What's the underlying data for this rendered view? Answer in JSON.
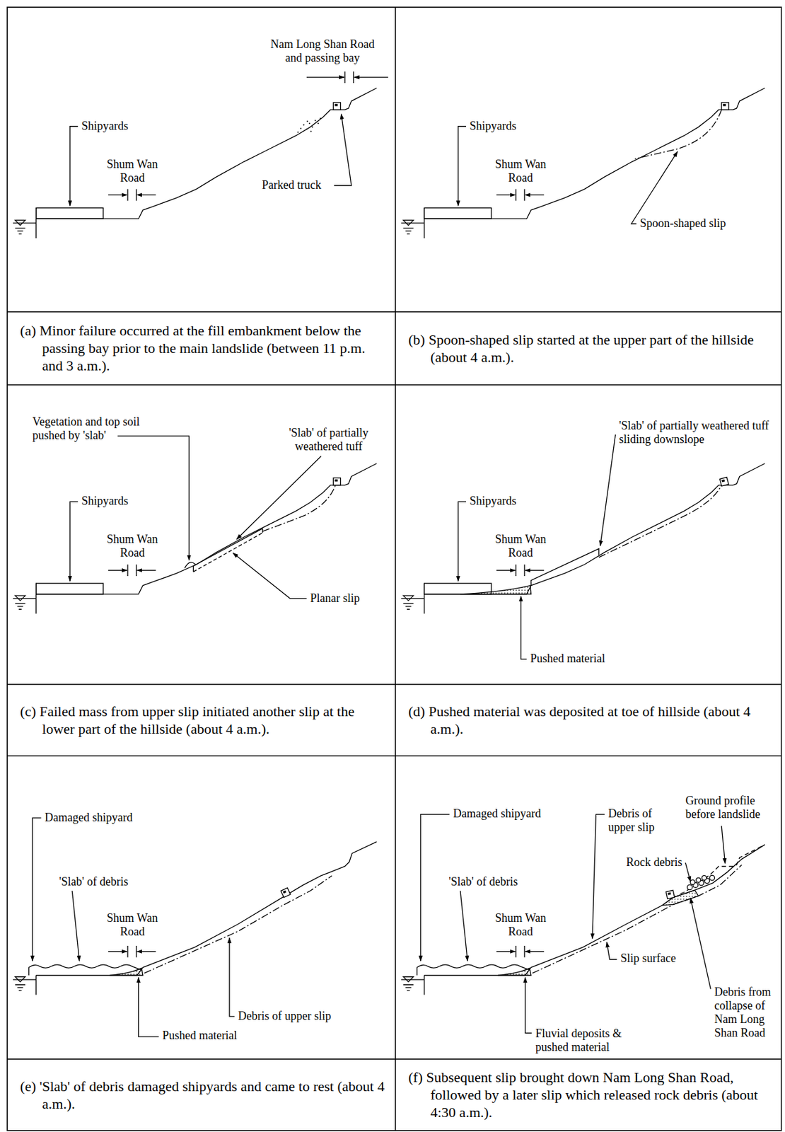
{
  "diagram": {
    "nodes": [
      {
        "text": [
          "(a) Minor failure occurred at the fill embankment below the passing bay prior to the main landslide (between 11 p.m. and 3 a.m.)."
        ]
      },
      {
        "text": [
          "(b) Spoon-shaped slip started at the upper part of the hillside (about 4 a.m.)."
        ]
      },
      {
        "text": [
          "(c) Failed mass from upper slip initiated another slip at the lower part of the hillside (about 4 a.m.)."
        ]
      },
      {
        "text": [
          "(d) Pushed material was deposited at toe of hillside (about 4 a.m.)."
        ]
      },
      {
        "text": [
          "(e) 'Slab' of debris damaged shipyards and came to rest (about 4 a.m.)."
        ]
      },
      {
        "text": [
          "(f) Subsequent slip brought down Nam Long Shan Road, followed by a later slip which released rock debris (about 4:30 a.m.)."
        ]
      }
    ],
    "labels": [
      "Nam Long Shan Road and passing bay",
      "Shipyards",
      "Shum Wan Road",
      "Parked truck",
      "Shipyards",
      "Shum Wan Road",
      "Spoon-shaped slip",
      "Vegetation and top soil pushed by 'slab'",
      "'Slab' of partially weathered tuff",
      "Shipyards",
      "Shum Wan Road",
      "Planar slip",
      "'Slab' of partially weathered tuff sliding downslope",
      "Shipyards",
      "Shum Wan Road",
      "Pushed material",
      "Damaged shipyard",
      "'Slab' of debris",
      "Shum Wan Road",
      "Pushed material",
      "Debris of upper slip",
      "Damaged shipyard",
      "Debris of upper slip",
      "Ground profile before landslide",
      "Rock debris",
      "'Slab' of debris",
      "Shum Wan Road",
      "Slip surface",
      "Debris from collapse of Nam Long Shan Road",
      "Fluvial deposits & pushed material"
    ]
  }
}
